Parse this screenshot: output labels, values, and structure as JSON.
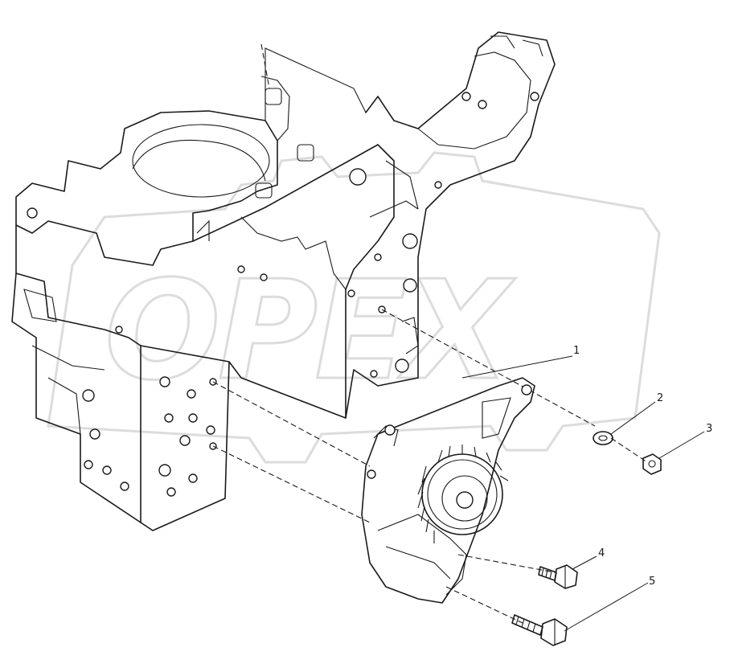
{
  "watermark": {
    "text": "OPEX"
  },
  "callouts": [
    {
      "id": "1",
      "label": "1"
    },
    {
      "id": "2",
      "label": "2"
    },
    {
      "id": "3",
      "label": "3"
    },
    {
      "id": "4",
      "label": "4"
    },
    {
      "id": "5",
      "label": "5"
    }
  ]
}
